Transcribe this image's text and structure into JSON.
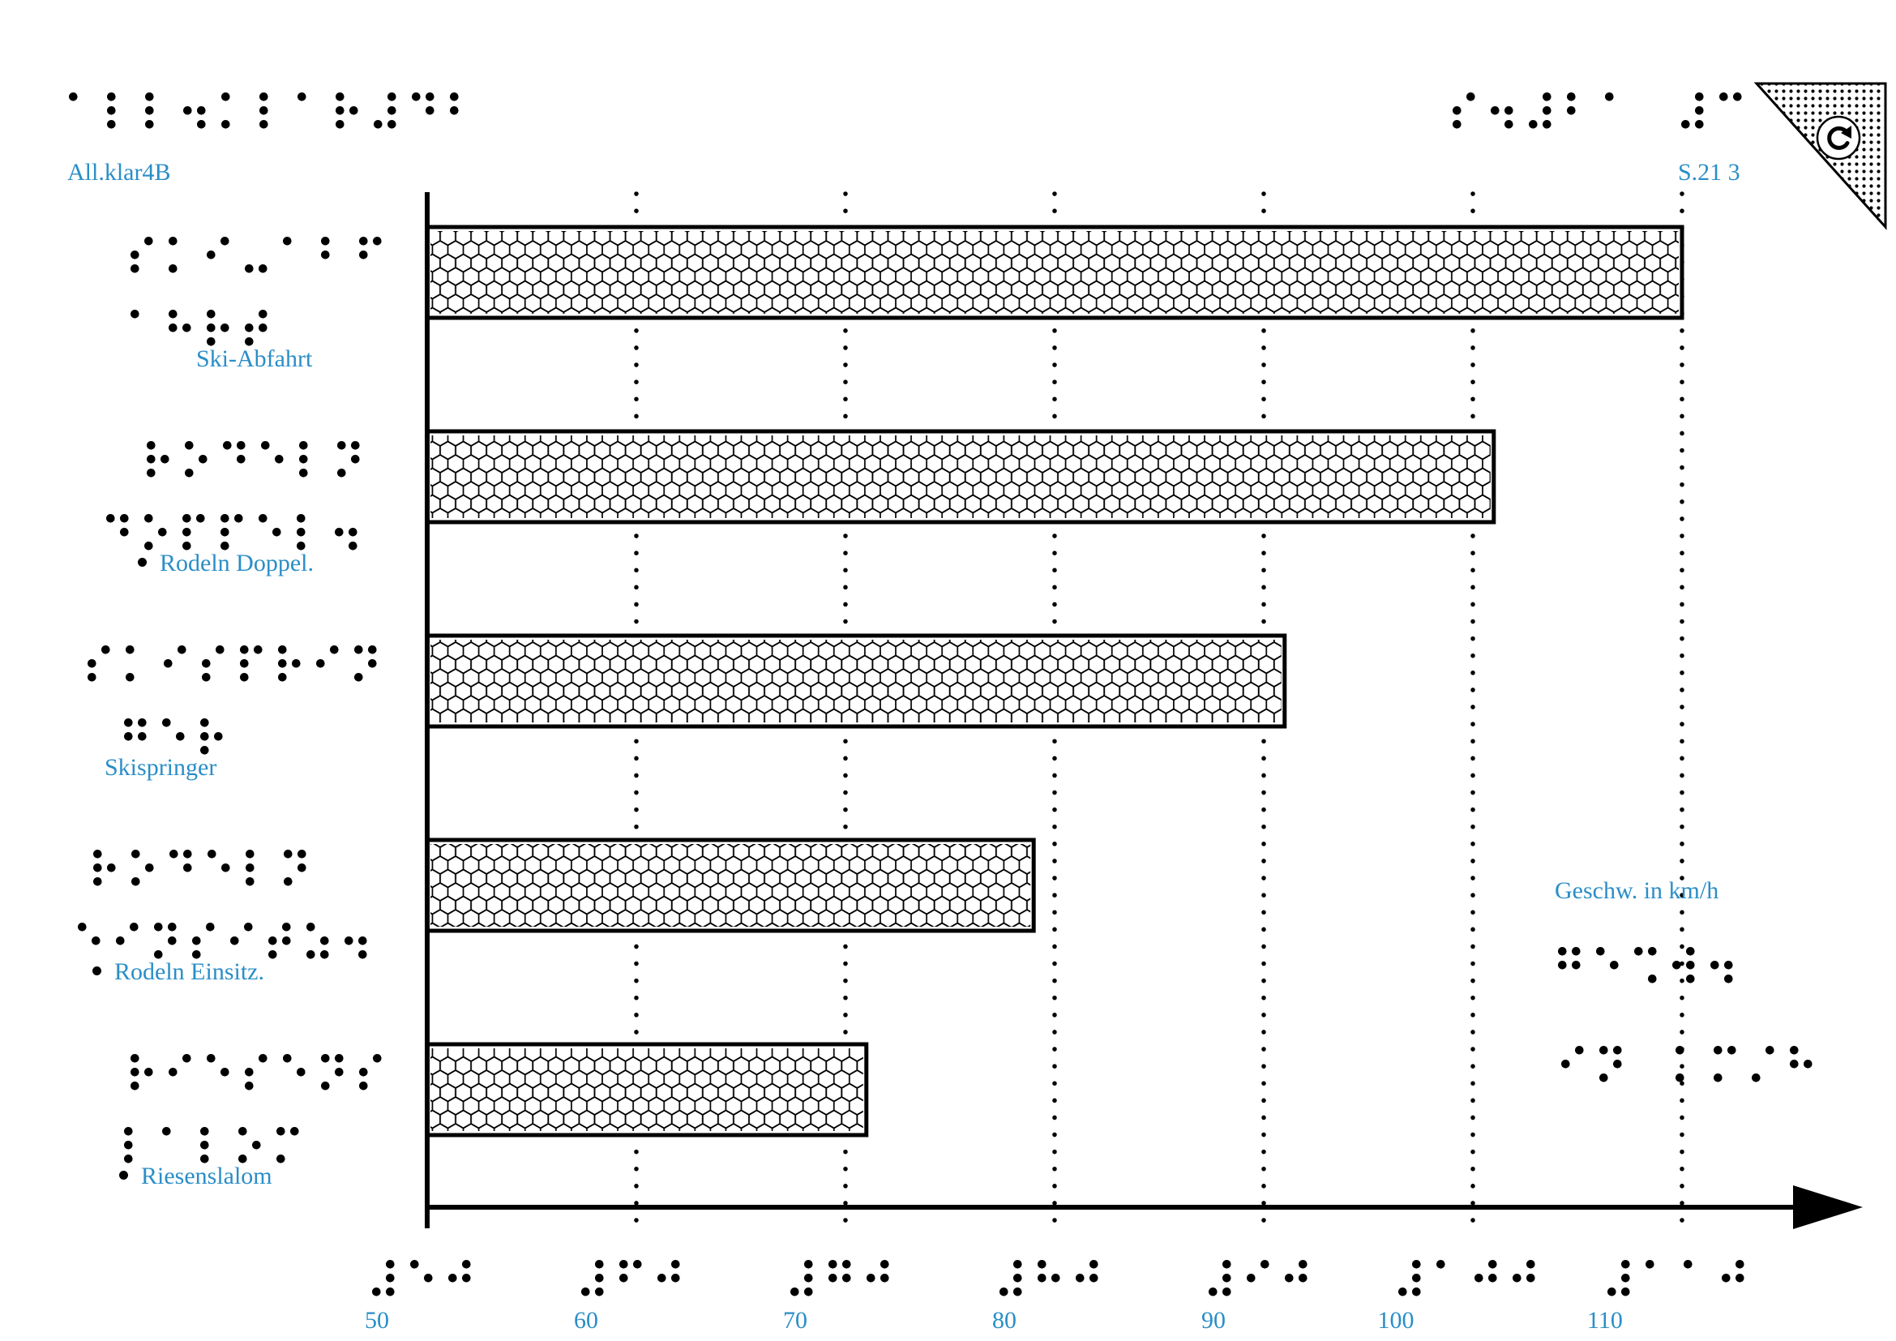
{
  "header": {
    "title_left": "All.klar4B",
    "page_ref": "S.21 3"
  },
  "colors": {
    "accent": "#2a8ec7",
    "ink": "#000000"
  },
  "chart_data": {
    "type": "bar",
    "orientation": "horizontal",
    "xlabel": "Geschw. in km/h",
    "categories": [
      "Ski-Abfahrt",
      "Rodeln Doppel.",
      "Skispringer",
      "Rodeln Einsitz.",
      "Riesenslalom"
    ],
    "values": [
      110,
      101,
      91,
      79,
      71
    ],
    "xlim": [
      50,
      116
    ],
    "xticks": [
      50,
      60,
      70,
      80,
      90,
      100,
      110
    ],
    "grid": "dotted-vertical-gridlines",
    "bar_texture": "honeycomb",
    "baseline_value": 50
  },
  "category_labels": [
    {
      "text": "Ski-Abfahrt",
      "bullet": false,
      "braille_line1": "⠎⠅⠊⠤⠁⠃⠋",
      "braille_line2": "⠁⠓⠗⠞"
    },
    {
      "text": "Rodeln Doppel.",
      "bullet": true,
      "braille_line1": "⠗⠕⠙⠑⠇⠝",
      "braille_line2": "⠙⠕⠏⠏⠑⠇⠲"
    },
    {
      "text": "Skispringer",
      "bullet": false,
      "braille_line1": "⠎⠅⠊⠎⠏⠗⠊⠝",
      "braille_line2": "⠛⠑⠗"
    },
    {
      "text": "Rodeln Einsitz.",
      "bullet": true,
      "braille_line1": "⠗⠕⠙⠑⠇⠝",
      "braille_line2": "⠑⠊⠝⠎⠊⠞⠵⠲"
    },
    {
      "text": "Riesenslalom",
      "bullet": true,
      "braille_line1": "⠗⠊⠑⠎⠑⠝⠎",
      "braille_line2": "⠇⠁⠇⠕⠍"
    }
  ],
  "braille": {
    "header_left": "⠁⠇⠇⠲⠅⠇⠁⠗⠼⠙⠃",
    "header_right": "⠎⠲⠼⠃⠁⠀⠼⠉",
    "xlabel_line1": "⠛⠑⠩⠺⠲",
    "xlabel_line2": "⠊⠝⠀⠅⠍⠌⠓",
    "ticks": [
      "⠼⠑⠚",
      "⠼⠋⠚",
      "⠼⠛⠚",
      "⠼⠓⠚",
      "⠼⠊⠚",
      "⠼⠁⠚⠚",
      "⠼⠁⠁⠚"
    ]
  },
  "corner_marker": {
    "present": true,
    "icon": "page-turn-icon"
  }
}
